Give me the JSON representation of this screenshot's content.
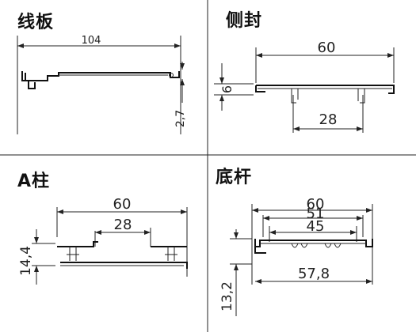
{
  "panels": [
    {
      "id": "wire-board",
      "title": "线板",
      "dims": {
        "width": "104",
        "height": "2,7"
      }
    },
    {
      "id": "side-seal",
      "title": "侧封",
      "dims": {
        "width": "60",
        "height": "6",
        "inner": "28"
      }
    },
    {
      "id": "a-pillar",
      "title": "A柱",
      "dims": {
        "width": "60",
        "inner": "28",
        "height": "14,4"
      }
    },
    {
      "id": "sill-bar",
      "title": "底杆",
      "dims": {
        "w1": "60",
        "w2": "51",
        "w3": "45",
        "w4": "57,8",
        "height": "13,2"
      }
    }
  ]
}
